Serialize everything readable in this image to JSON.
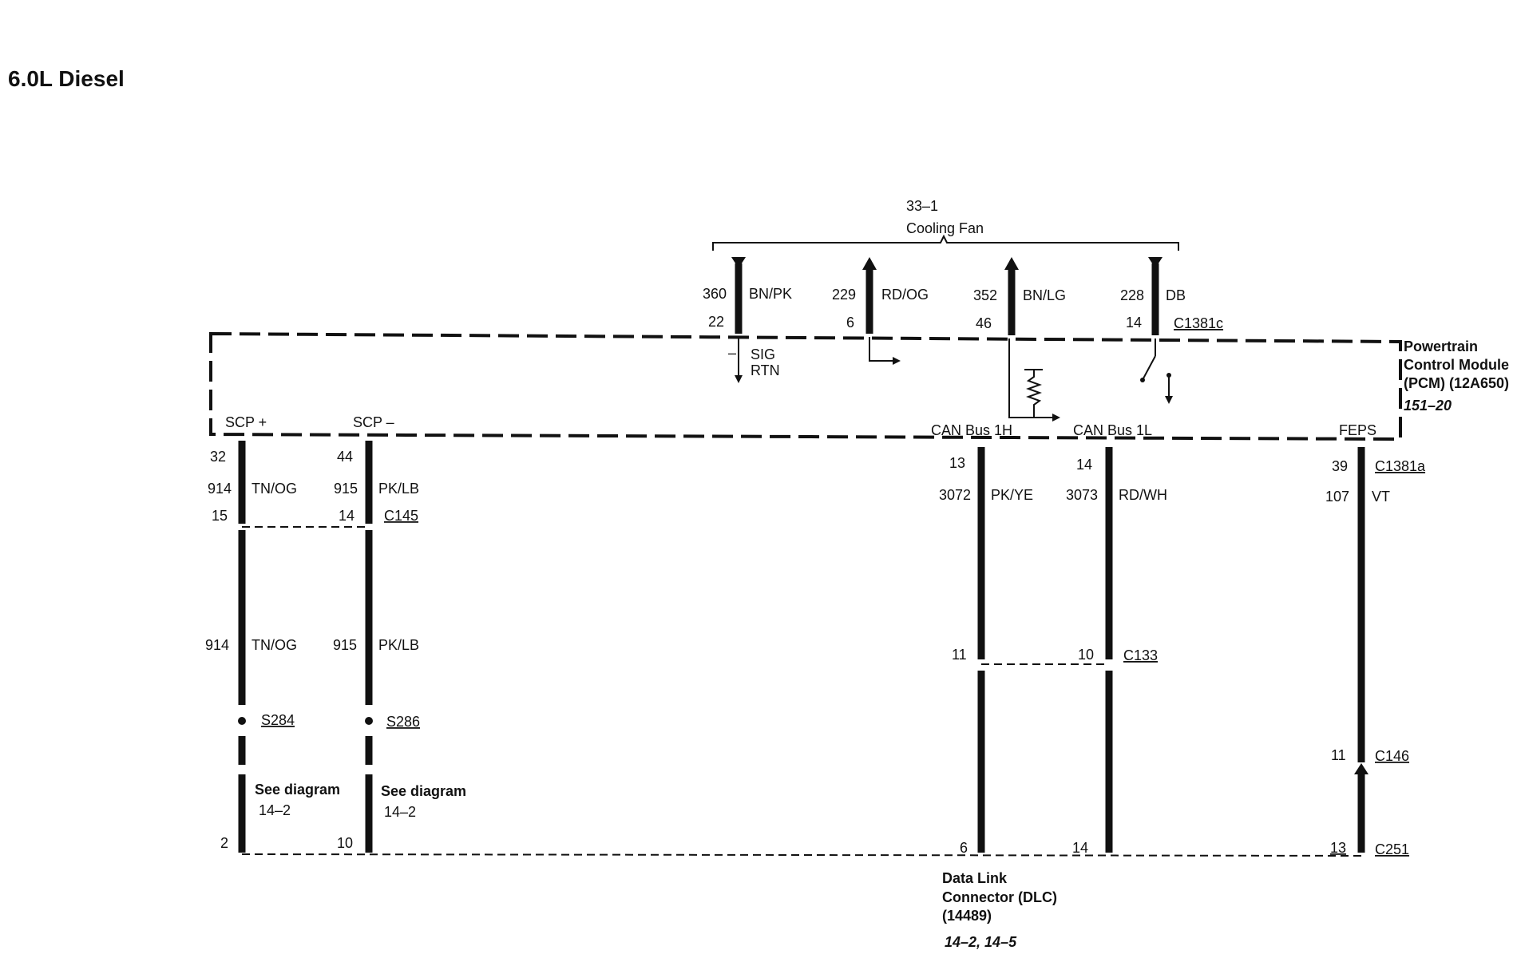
{
  "title": "6.0L Diesel",
  "cooling_fan": {
    "ref": "33–1",
    "label": "Cooling Fan"
  },
  "pcm": {
    "line1": "Powertrain",
    "line2": "Control Module",
    "line3": "(PCM) (12A650)",
    "ref": "151–20",
    "connector_top": "C1381c",
    "connector_bottom": "C1381a"
  },
  "fan_circuits": [
    {
      "circuit": "360",
      "color": "BN/PK",
      "pin": "22"
    },
    {
      "circuit": "229",
      "color": "RD/OG",
      "pin": "6"
    },
    {
      "circuit": "352",
      "color": "BN/LG",
      "pin": "46"
    },
    {
      "circuit": "228",
      "color": "DB",
      "pin": "14"
    }
  ],
  "sig_rtn": {
    "line1": "SIG",
    "line2": "RTN",
    "mark": "–"
  },
  "scp_plus": {
    "label": "SCP +",
    "pin": "32",
    "circuit": "914",
    "color": "TN/OG",
    "c145_pin": "15",
    "circuit2": "914",
    "color2": "TN/OG",
    "splice": "S284",
    "see": "See diagram",
    "see_ref": "14–2",
    "c251_pin": "2"
  },
  "scp_minus": {
    "label": "SCP –",
    "pin": "44",
    "circuit": "915",
    "color": "PK/LB",
    "c145_pin": "14",
    "circuit2": "915",
    "color2": "PK/LB",
    "splice": "S286",
    "see": "See diagram",
    "see_ref": "14–2",
    "c251_pin": "10"
  },
  "c145": "C145",
  "can_h": {
    "label": "CAN Bus 1H",
    "pin": "13",
    "circuit": "3072",
    "color": "PK/YE",
    "c133_pin": "11",
    "dlc_pin": "6"
  },
  "can_l": {
    "label": "CAN Bus 1L",
    "pin": "14",
    "circuit": "3073",
    "color": "RD/WH",
    "c133_pin": "10",
    "dlc_pin": "14"
  },
  "c133": "C133",
  "feps": {
    "label": "FEPS",
    "pin": "39",
    "circuit": "107",
    "color": "VT",
    "c146_pin": "11",
    "c146": "C146",
    "c251_pin": "13",
    "c251": "C251"
  },
  "dlc": {
    "line1": "Data Link",
    "line2": "Connector (DLC)",
    "line3": "(14489)",
    "ref": "14–2, 14–5"
  }
}
